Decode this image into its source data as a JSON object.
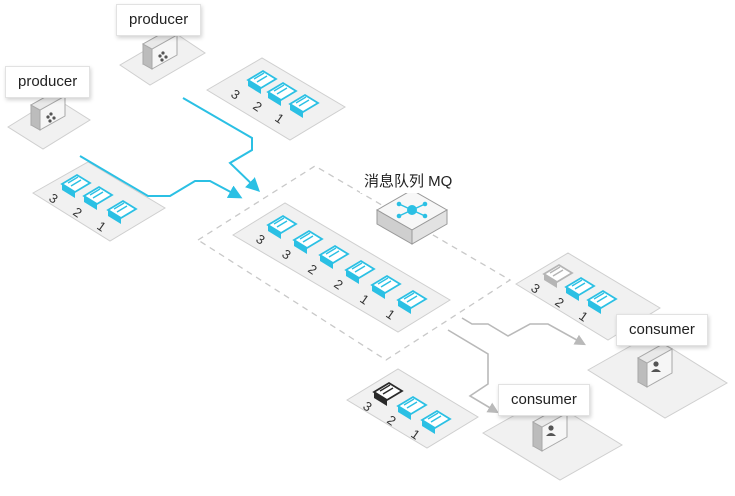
{
  "producers": [
    {
      "label": "producer"
    },
    {
      "label": "producer"
    }
  ],
  "consumers": [
    {
      "label": "consumer"
    },
    {
      "label": "consumer"
    }
  ],
  "queue": {
    "label": "消息队列 MQ"
  },
  "batches": {
    "producer_top": [
      "3",
      "2",
      "1"
    ],
    "producer_left": [
      "3",
      "2",
      "1"
    ],
    "queue": [
      "3",
      "3",
      "2",
      "2",
      "1",
      "1"
    ],
    "consumer_right": [
      "3",
      "2",
      "1"
    ],
    "consumer_bottom": [
      "3",
      "2",
      "1"
    ]
  },
  "colors": {
    "accent": "#2bc0e4",
    "gray_arrow": "#b9b9b9",
    "dashed": "#c8c8c8",
    "platform": "#f1f1f1",
    "platform_edge": "#cfcfcf",
    "message_read": "#9a9a9a",
    "message_active": "#2a2a2a"
  },
  "icons": {
    "producer": "fan-server-icon",
    "consumer": "user-server-icon",
    "queue": "network-hub-icon",
    "message": "message-document-icon"
  }
}
